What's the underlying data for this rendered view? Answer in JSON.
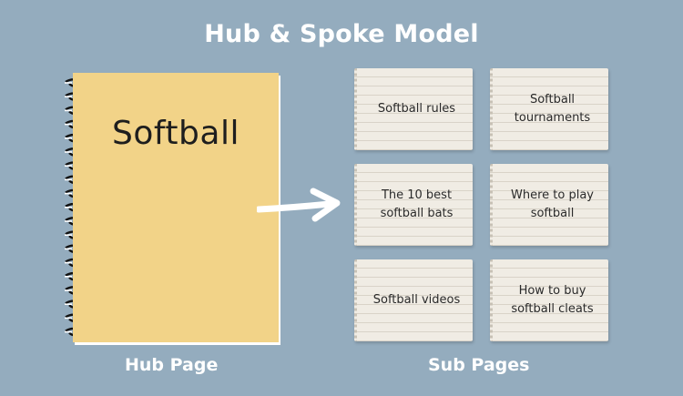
{
  "title": "Hub & Spoke Model",
  "hub": {
    "label": "Softball",
    "caption": "Hub Page"
  },
  "sub_caption": "Sub Pages",
  "sub_pages": [
    "Softball rules",
    "Softball tournaments",
    "The 10 best softball bats",
    "Where to play softball",
    "Softball videos",
    "How to buy softball cleats"
  ],
  "colors": {
    "background": "#94acbe",
    "notebook": "#f2d388",
    "note_paper": "#f0ece4",
    "arrow": "#ffffff"
  },
  "icons": {
    "arrow": "right-arrow-icon",
    "spiral": "spiral-binding-icon"
  }
}
